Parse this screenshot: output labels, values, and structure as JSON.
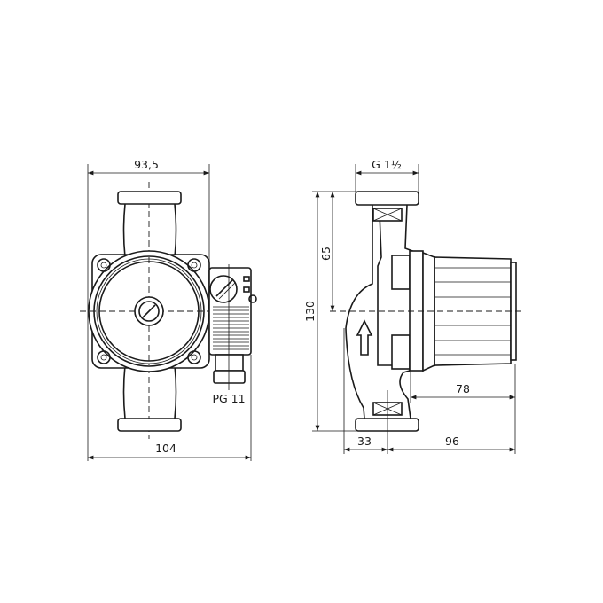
{
  "title": "Pump dimension drawing",
  "front_view": {
    "width_label": "93,5",
    "total_width_label": "104",
    "cable_gland_label": "PG 11"
  },
  "side_view": {
    "thread_label": "G 1½",
    "height_label": "130",
    "half_height_label": "65",
    "motor_length_label": "78",
    "inlet_offset_label": "33",
    "depth_label": "96"
  },
  "colors": {
    "line": "#1a1a1a",
    "background": "#ffffff"
  }
}
